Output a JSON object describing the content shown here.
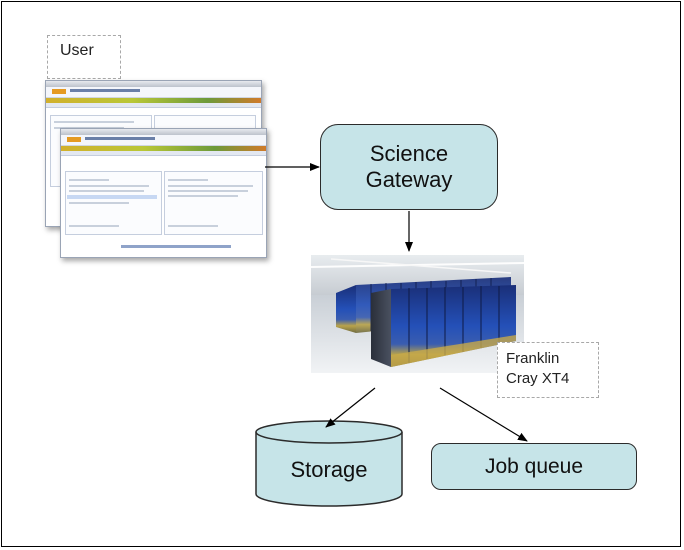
{
  "nodes": {
    "user": "User",
    "gateway": {
      "line1": "Science",
      "line2": "Gateway"
    },
    "franklin": {
      "line1": "Franklin",
      "line2": "Cray XT4"
    },
    "storage": "Storage",
    "job_queue": "Job queue"
  },
  "colors": {
    "box_fill": "#c6e4e8",
    "outline": "#2b2b2b",
    "dashed_border": "#a8a8a8"
  },
  "icons": {
    "user_ui": "browser-window-screenshot",
    "supercomputer": "server-racks-photo",
    "storage": "cylinder"
  }
}
